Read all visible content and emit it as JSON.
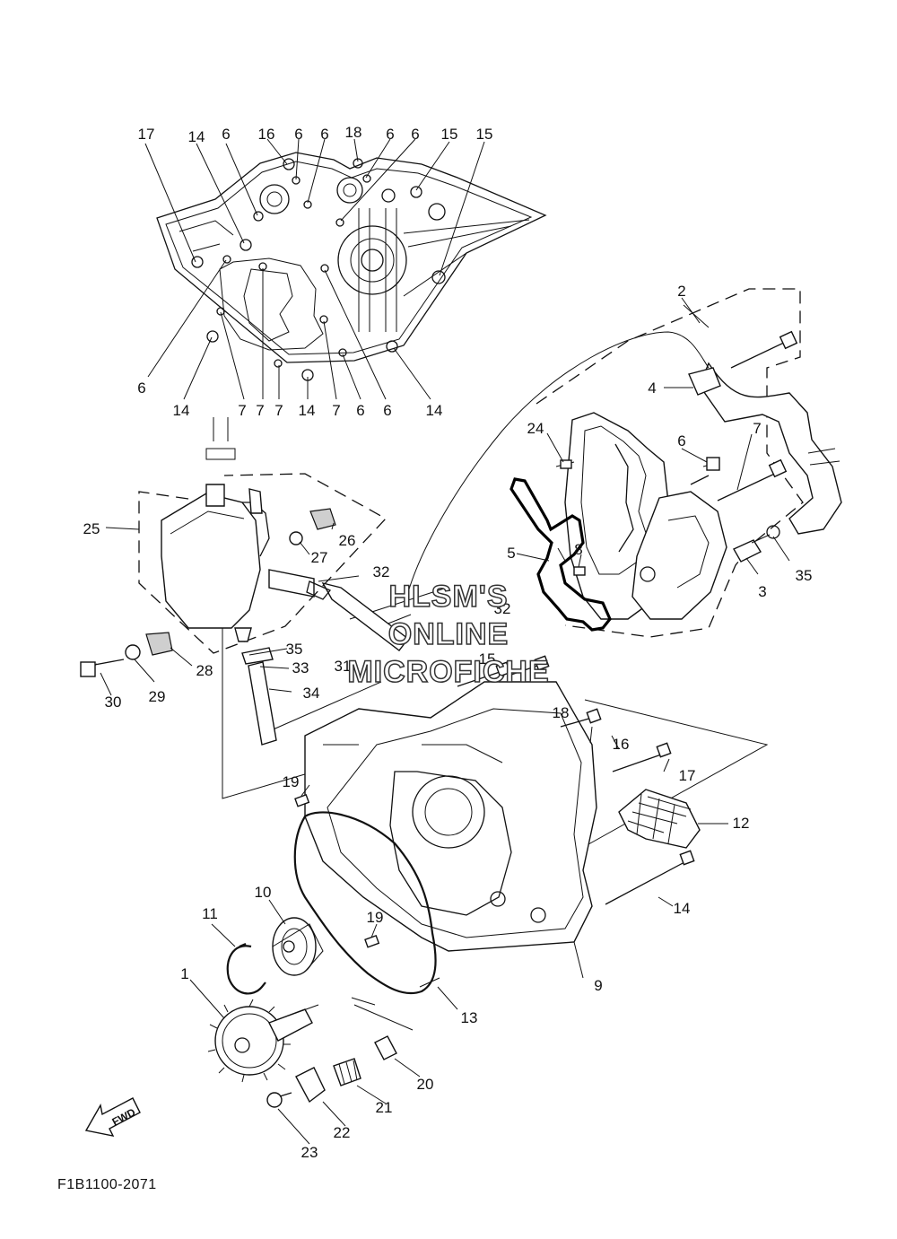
{
  "diagram_code": "F1B1100-2071",
  "watermark": [
    "HLSM'S",
    "ONLINE",
    "MICROFICHE"
  ],
  "fwd_label": "FWD",
  "callouts": [
    {
      "label": "17"
    },
    {
      "label": "14"
    },
    {
      "label": "6"
    },
    {
      "label": "16"
    },
    {
      "label": "6"
    },
    {
      "label": "6"
    },
    {
      "label": "18"
    },
    {
      "label": "6"
    },
    {
      "label": "6"
    },
    {
      "label": "15"
    },
    {
      "label": "15"
    },
    {
      "label": "6"
    },
    {
      "label": "14"
    },
    {
      "label": "7"
    },
    {
      "label": "7"
    },
    {
      "label": "7"
    },
    {
      "label": "14"
    },
    {
      "label": "7"
    },
    {
      "label": "6"
    },
    {
      "label": "6"
    },
    {
      "label": "14"
    },
    {
      "label": "2"
    },
    {
      "label": "4"
    },
    {
      "label": "24"
    },
    {
      "label": "6"
    },
    {
      "label": "7"
    },
    {
      "label": "5"
    },
    {
      "label": "8"
    },
    {
      "label": "3"
    },
    {
      "label": "35"
    },
    {
      "label": "25"
    },
    {
      "label": "26"
    },
    {
      "label": "27"
    },
    {
      "label": "32"
    },
    {
      "label": "32"
    },
    {
      "label": "28"
    },
    {
      "label": "29"
    },
    {
      "label": "30"
    },
    {
      "label": "35"
    },
    {
      "label": "33"
    },
    {
      "label": "34"
    },
    {
      "label": "31"
    },
    {
      "label": "15"
    },
    {
      "label": "18"
    },
    {
      "label": "16"
    },
    {
      "label": "17"
    },
    {
      "label": "19"
    },
    {
      "label": "12"
    },
    {
      "label": "14"
    },
    {
      "label": "10"
    },
    {
      "label": "11"
    },
    {
      "label": "19"
    },
    {
      "label": "1"
    },
    {
      "label": "9"
    },
    {
      "label": "13"
    },
    {
      "label": "20"
    },
    {
      "label": "21"
    },
    {
      "label": "22"
    },
    {
      "label": "23"
    }
  ]
}
